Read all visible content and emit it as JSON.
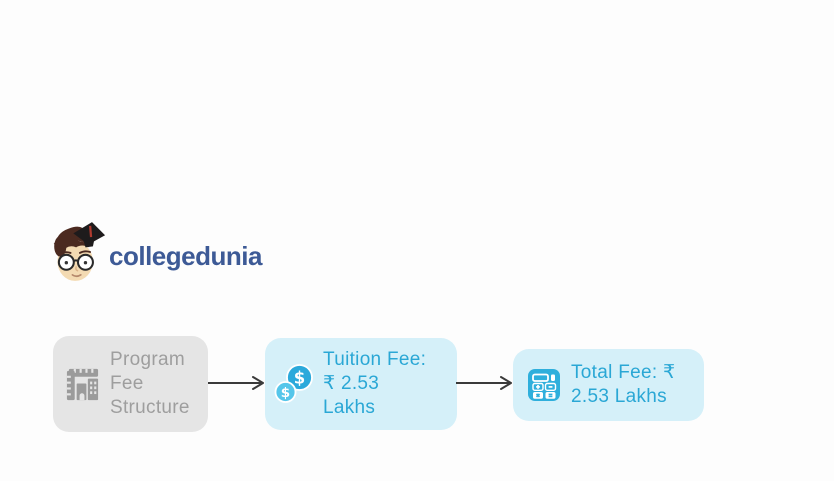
{
  "page": {
    "background_color": "#fdfdfd"
  },
  "logo": {
    "text": "collegedunia",
    "text_color": "#3d5a96",
    "mascot": "student-with-graduation-cap"
  },
  "flowchart": {
    "arrow_color": "#3a3a3a",
    "nodes": [
      {
        "id": "program-fee-structure",
        "label": "Program Fee Structure",
        "icon": "building-ruler-icon",
        "background_color": "#e5e5e5",
        "text_color": "#9e9e9e"
      },
      {
        "id": "tuition-fee",
        "label": "Tuition Fee: ₹ 2.53 Lakhs",
        "icon": "dollar-coins-icon",
        "background_color": "#d5f0f9",
        "text_color": "#2aa7d5"
      },
      {
        "id": "total-fee",
        "label": "Total Fee: ₹ 2.53 Lakhs",
        "icon": "calculator-icon",
        "background_color": "#d5f0f9",
        "text_color": "#2aa7d5"
      }
    ]
  }
}
